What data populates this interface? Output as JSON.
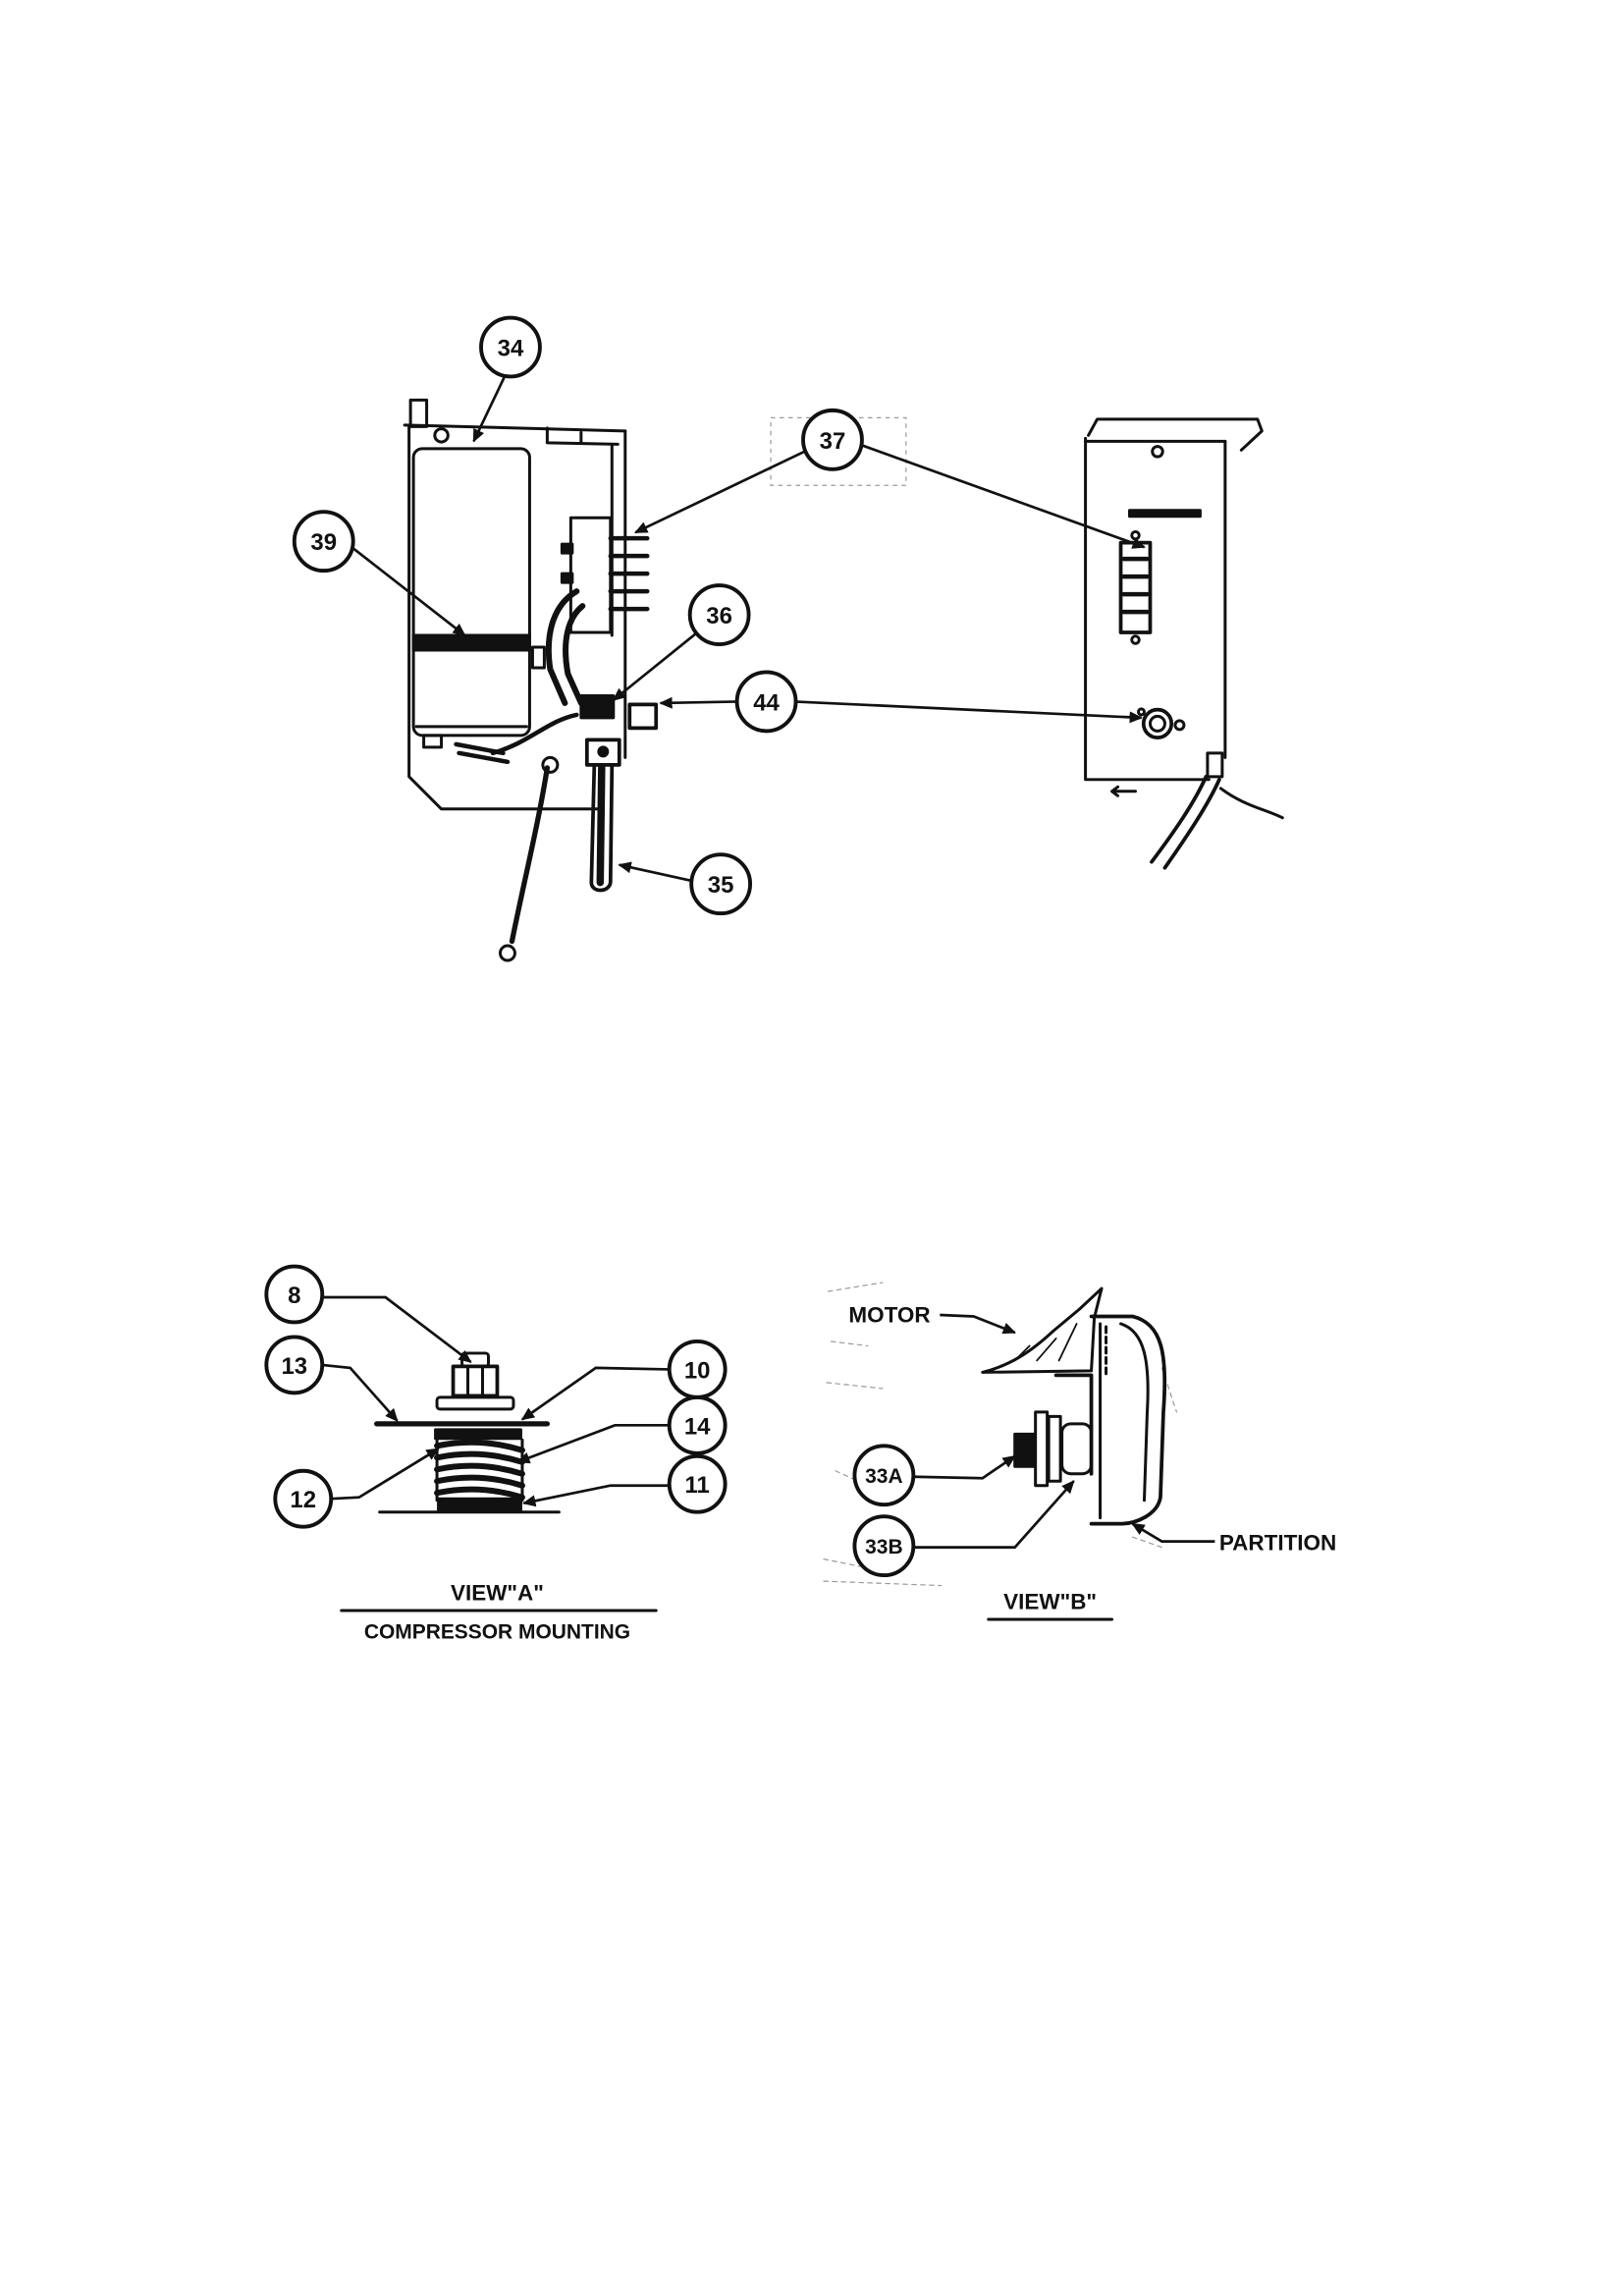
{
  "callouts": [
    {
      "label": "34"
    },
    {
      "label": "39"
    },
    {
      "label": "37"
    },
    {
      "label": "36"
    },
    {
      "label": "44"
    },
    {
      "label": "35"
    },
    {
      "label": "8"
    },
    {
      "label": "13"
    },
    {
      "label": "10"
    },
    {
      "label": "14"
    },
    {
      "label": "12"
    },
    {
      "label": "11"
    },
    {
      "label": "33A"
    },
    {
      "label": "33B"
    }
  ],
  "labels": {
    "motor": "MOTOR",
    "partition": "PARTITION",
    "view_a_title": "VIEW\"A\"",
    "view_a_caption": "COMPRESSOR MOUNTING",
    "view_b_title": "VIEW\"B\""
  }
}
